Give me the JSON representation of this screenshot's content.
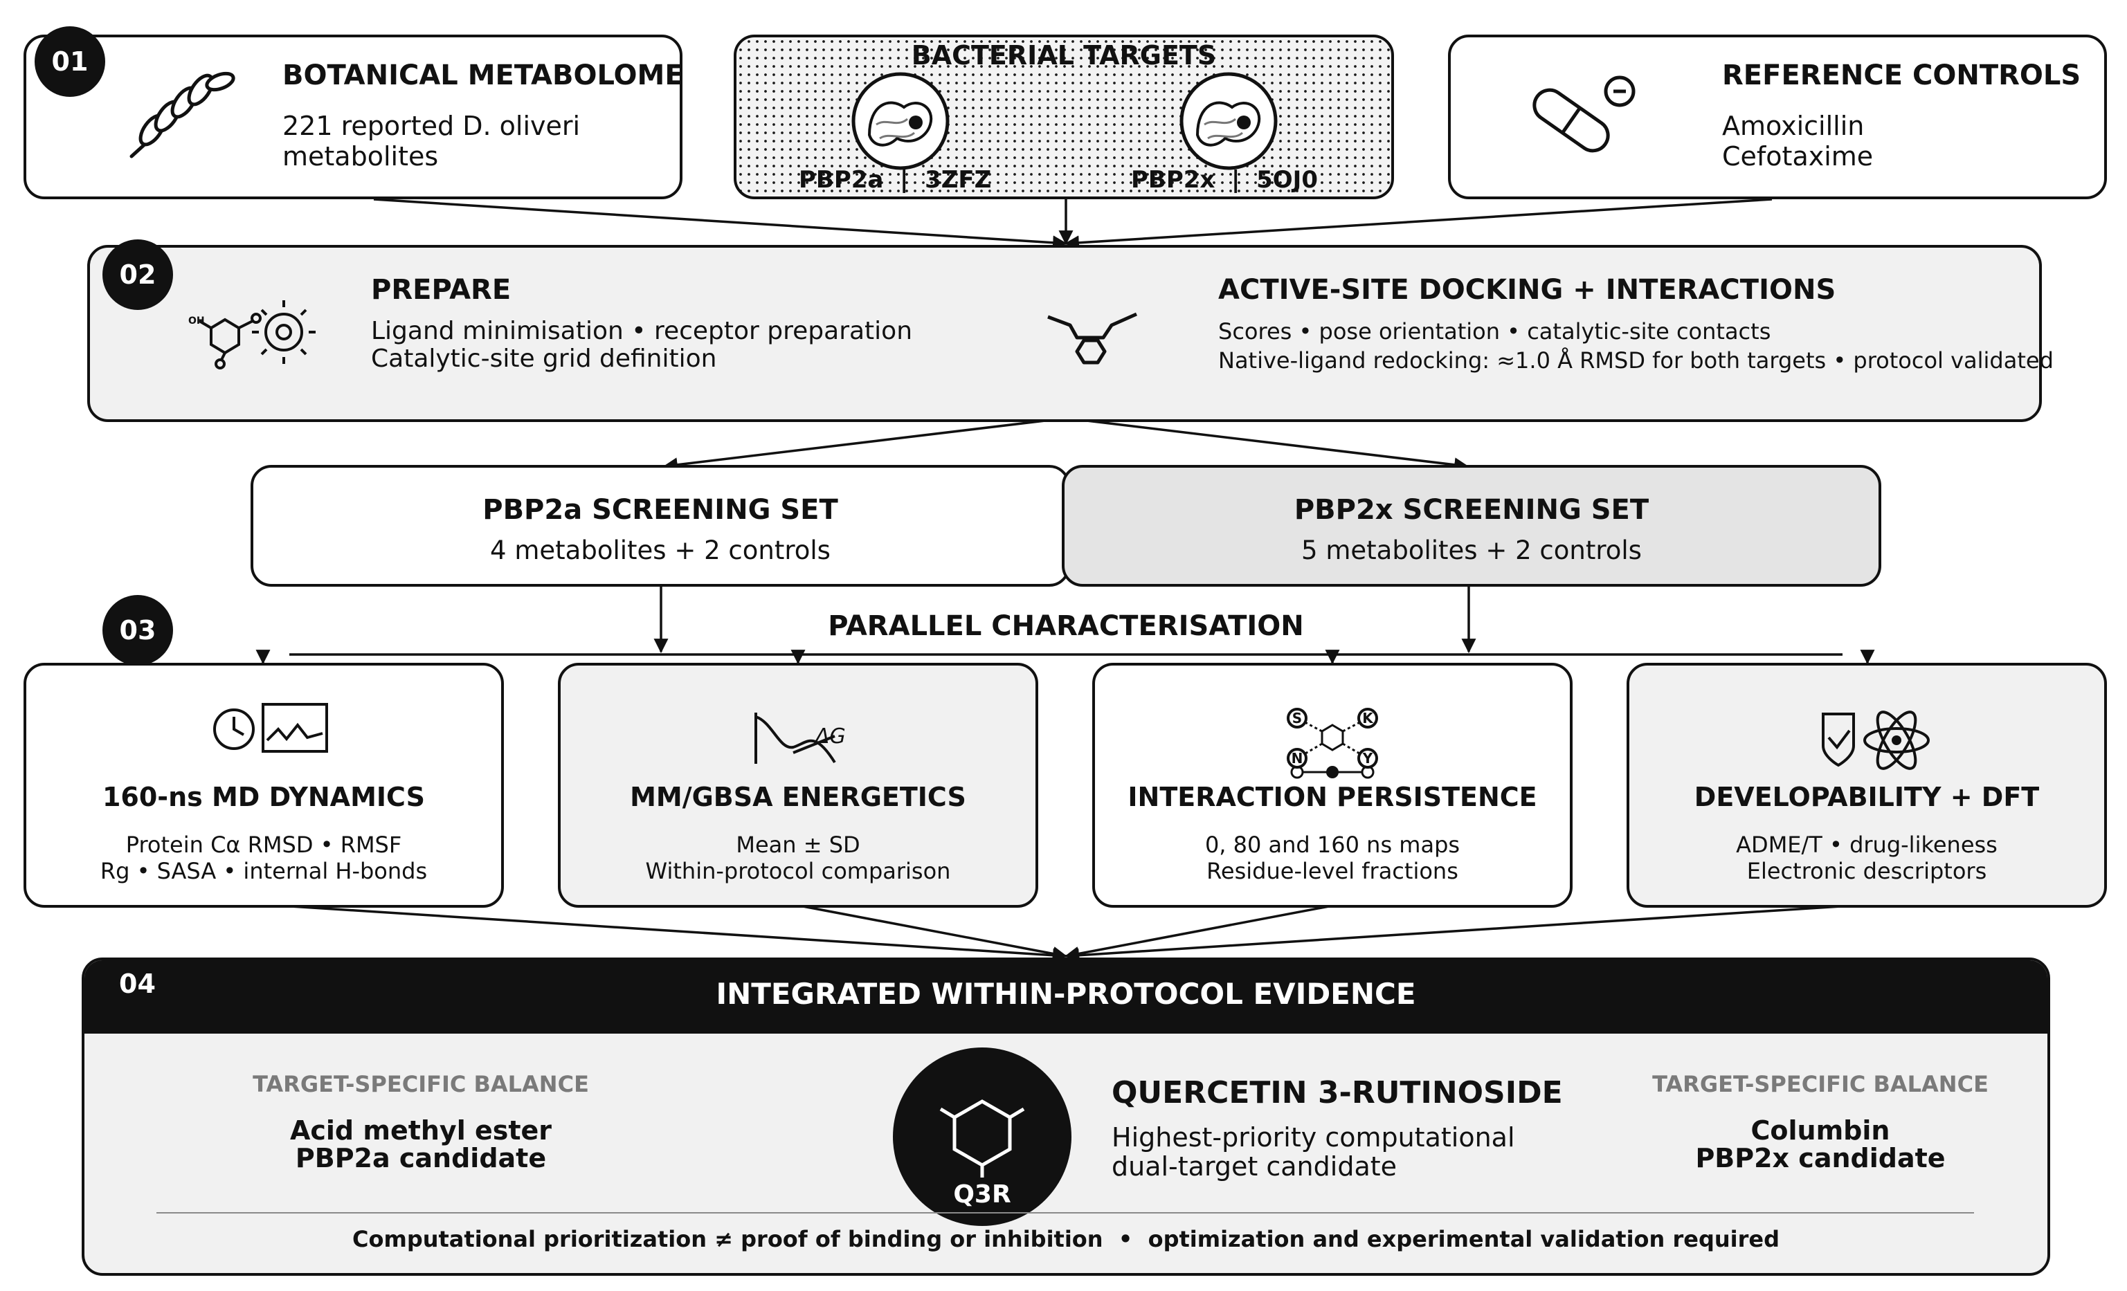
{
  "top": {
    "botanical": {
      "badge": "01",
      "title": "BOTANICAL METABOLOME",
      "line1": "221 reported D. oliveri",
      "line2": "metabolites"
    },
    "targets": {
      "title": "BACTERIAL TARGETS",
      "t1": "PBP2a  |  3ZFZ",
      "t2": "PBP2x  |  5OJ0"
    },
    "controls": {
      "title": "REFERENCE CONTROLS",
      "line1": "Amoxicillin",
      "line2": "Cefotaxime"
    }
  },
  "prepare": {
    "badge": "02",
    "title": "PREPARE",
    "line1": "Ligand minimisation • receptor preparation",
    "line2": "Catalytic-site grid definition",
    "dock_title": "ACTIVE-SITE DOCKING + INTERACTIONS",
    "dock_line1": "Scores • pose orientation • catalytic-site contacts",
    "dock_line2": "Native-ligand redocking: ≈1.0 Å RMSD for both targets • protocol validated"
  },
  "screening": {
    "a_title": "PBP2a SCREENING SET",
    "a_sub": "4 metabolites + 2 controls",
    "x_title": "PBP2x SCREENING SET",
    "x_sub": "5 metabolites + 2 controls"
  },
  "parallel": {
    "badge": "03",
    "title": "PARALLEL CHARACTERISATION",
    "cards": [
      {
        "title": "160-ns MD DYNAMICS",
        "line1": "Protein Cα RMSD • RMSF",
        "line2": "Rg • SASA • internal H-bonds"
      },
      {
        "title": "MM/GBSA ENERGETICS",
        "line1": "Mean ± SD",
        "line2": "Within-protocol comparison",
        "icon_label": "ΔG"
      },
      {
        "title": "INTERACTION PERSISTENCE",
        "line1": "0, 80 and 160 ns maps",
        "line2": "Residue-level fractions",
        "icon_letters": [
          "S",
          "K",
          "N",
          "Y"
        ]
      },
      {
        "title": "DEVELOPABILITY + DFT",
        "line1": "ADME/T • drug-likeness",
        "line2": "Electronic descriptors"
      }
    ]
  },
  "evidence": {
    "badge": "04",
    "header": "INTEGRATED WITHIN-PROTOCOL EVIDENCE",
    "left_label": "TARGET-SPECIFIC BALANCE",
    "left_line1": "Acid methyl ester",
    "left_line2": "PBP2a candidate",
    "q3r": "Q3R",
    "center_title": "QUERCETIN 3-RUTINOSIDE",
    "center_line1": "Highest-priority computational",
    "center_line2": "dual-target candidate",
    "right_label": "TARGET-SPECIFIC BALANCE",
    "right_line1": "Columbin",
    "right_line2": "PBP2x candidate",
    "footer": "Computational prioritization ≠ proof of binding or inhibition  •  optimization and experimental validation required"
  },
  "colors": {
    "ink": "#111111",
    "panel": "#f1f1f1",
    "panel_dark": "#e4e4e4",
    "muted": "#7a7a7a"
  }
}
